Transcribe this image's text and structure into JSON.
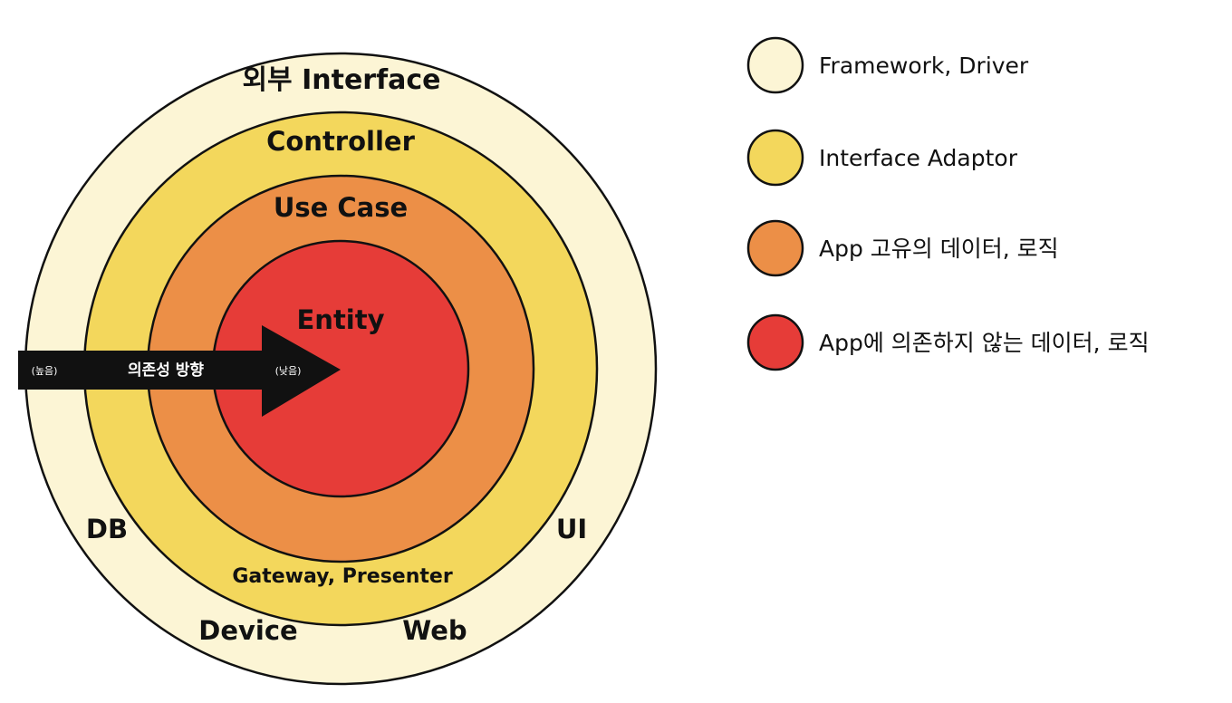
{
  "colors": {
    "framework": "#FCF5D5",
    "interface_adaptor": "#F3D75C",
    "use_case": "#EC8F47",
    "entity": "#E63C38",
    "outline": "#111111",
    "arrow": "#111111"
  },
  "rings": {
    "outer_title": "외부 Interface",
    "adaptor_title": "Controller",
    "use_case_title": "Use Case",
    "entity_title": "Entity",
    "db": "DB",
    "ui": "UI",
    "gateway_presenter": "Gateway, Presenter",
    "device": "Device",
    "web": "Web"
  },
  "arrow": {
    "label": "의존성 방향",
    "high": "(높음)",
    "low": "(낮음)"
  },
  "legend": [
    {
      "label": "Framework, Driver",
      "color": "#FCF5D5"
    },
    {
      "label": "Interface Adaptor",
      "color": "#F3D75C"
    },
    {
      "label": "App 고유의 데이터, 로직",
      "color": "#EC8F47"
    },
    {
      "label": "App에 의존하지 않는 데이터, 로직",
      "color": "#E63C38"
    }
  ]
}
